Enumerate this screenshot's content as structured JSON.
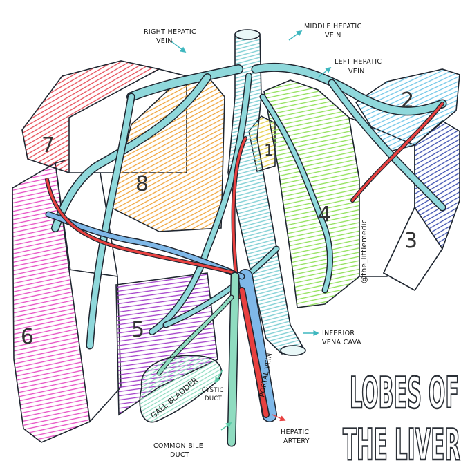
{
  "title": {
    "line1": "LOBES OF",
    "line2": "THE LIVER"
  },
  "handle": "@the_littlemedic",
  "segments": {
    "s1": "1",
    "s2": "2",
    "s3": "3",
    "s4": "4",
    "s5": "5",
    "s6": "6",
    "s7": "7",
    "s8": "8"
  },
  "labels": {
    "right_hepatic_vein": [
      "RIGHT HEPATIC",
      "VEIN"
    ],
    "middle_hepatic_vein": [
      "MIDDLE HEPATIC",
      "VEIN"
    ],
    "left_hepatic_vein": [
      "LEFT HEPATIC",
      "VEIN"
    ],
    "inferior_vena_cava": [
      "INFERIOR",
      "VENA CAVA"
    ],
    "cystic_duct": [
      "CYSTIC",
      "DUCT"
    ],
    "common_bile_duct": [
      "COMMON BILE",
      "DUCT"
    ],
    "hepatic_artery": [
      "HEPATIC",
      "ARTERY"
    ],
    "gall_bladder": "GALL BLADDER",
    "portal_vein": "PORTAL VEIN"
  },
  "colors": {
    "hepatic_vein": "#8fd8db",
    "portal_vein": "#7fb8e8",
    "artery": "#e8403f",
    "bile_duct": "#8fdcc0",
    "outline": "#1f2630",
    "seg1": "#f3e27a",
    "seg2": "#6fc6e8",
    "seg3": "#3b4fb0",
    "seg4": "#8ee055",
    "seg5": "#a23ec9",
    "seg6": "#e64bc3",
    "seg7": "#e74b55",
    "seg8": "#f0a53a"
  }
}
